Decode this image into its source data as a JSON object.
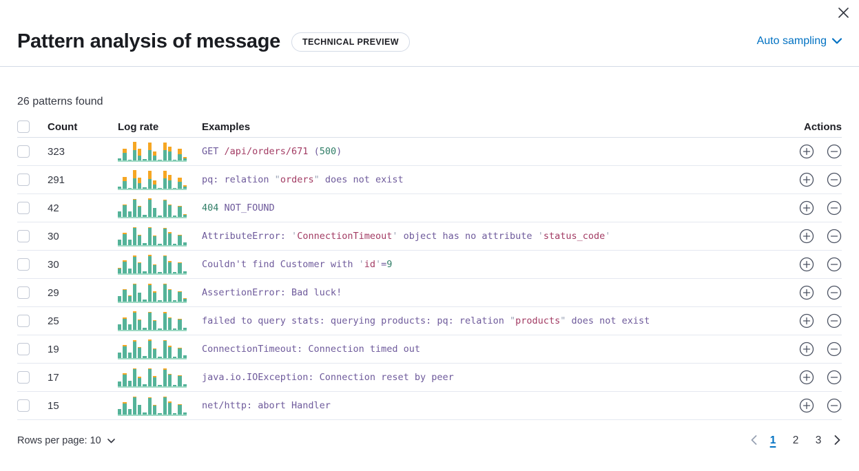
{
  "header": {
    "title": "Pattern analysis of message",
    "badge": "TECHNICAL PREVIEW",
    "sampling_label": "Auto sampling"
  },
  "summary": "26 patterns found",
  "table": {
    "columns": {
      "count": "Count",
      "log_rate": "Log rate",
      "examples": "Examples",
      "actions": "Actions"
    },
    "rows": [
      {
        "count": "323",
        "spark": {
          "teal": [
            0.1,
            0.4,
            0.05,
            0.55,
            0.25,
            0.07,
            0.53,
            0.24,
            0.05,
            0.55,
            0.45,
            0.05,
            0.32,
            0.1
          ],
          "orange": [
            0,
            0.2,
            0,
            0.42,
            0.34,
            0,
            0.4,
            0.22,
            0,
            0.38,
            0.27,
            0,
            0.3,
            0.08
          ]
        },
        "example": [
          {
            "t": "GET ",
            "c": "token"
          },
          {
            "t": "/api/orders/671",
            "c": "string"
          },
          {
            "t": " (",
            "c": "token"
          },
          {
            "t": "500",
            "c": "number"
          },
          {
            "t": ")",
            "c": "token"
          }
        ]
      },
      {
        "count": "291",
        "spark": {
          "teal": [
            0.12,
            0.38,
            0.05,
            0.53,
            0.27,
            0.07,
            0.5,
            0.22,
            0.05,
            0.53,
            0.42,
            0.05,
            0.34,
            0.1
          ],
          "orange": [
            0,
            0.22,
            0,
            0.44,
            0.31,
            0,
            0.42,
            0.2,
            0,
            0.4,
            0.28,
            0,
            0.24,
            0.07
          ]
        },
        "example": [
          {
            "t": "pq: relation ",
            "c": "token"
          },
          {
            "t": "\"",
            "c": "quote"
          },
          {
            "t": "orders",
            "c": "string"
          },
          {
            "t": "\"",
            "c": "quote"
          },
          {
            "t": " does not exist",
            "c": "token"
          }
        ]
      },
      {
        "count": "42",
        "spark": {
          "teal": [
            0.3,
            0.6,
            0.28,
            0.88,
            0.52,
            0.1,
            0.9,
            0.46,
            0.07,
            0.86,
            0.6,
            0.06,
            0.52,
            0.12
          ],
          "orange": [
            0,
            0.04,
            0,
            0.05,
            0.04,
            0,
            0.05,
            0,
            0,
            0.05,
            0.04,
            0,
            0.04,
            0.04
          ]
        },
        "example": [
          {
            "t": "404",
            "c": "number"
          },
          {
            "t": " NOT_FOUND",
            "c": "token"
          }
        ]
      },
      {
        "count": "30",
        "spark": {
          "teal": [
            0.28,
            0.58,
            0.3,
            0.9,
            0.5,
            0.09,
            0.88,
            0.48,
            0.07,
            0.84,
            0.62,
            0.06,
            0.5,
            0.13
          ],
          "orange": [
            0,
            0.05,
            0,
            0.04,
            0.05,
            0,
            0.05,
            0.03,
            0,
            0.04,
            0.05,
            0,
            0.05,
            0
          ]
        },
        "example": [
          {
            "t": "AttributeError: ",
            "c": "token"
          },
          {
            "t": "'",
            "c": "quote"
          },
          {
            "t": "ConnectionTimeout",
            "c": "string"
          },
          {
            "t": "'",
            "c": "quote"
          },
          {
            "t": " object has no attribute ",
            "c": "token"
          },
          {
            "t": "'",
            "c": "quote"
          },
          {
            "t": "status_code",
            "c": "string"
          },
          {
            "t": "'",
            "c": "quote"
          }
        ]
      },
      {
        "count": "30",
        "spark": {
          "teal": [
            0.26,
            0.62,
            0.26,
            0.86,
            0.52,
            0.1,
            0.9,
            0.44,
            0.07,
            0.88,
            0.58,
            0.06,
            0.54,
            0.12
          ],
          "orange": [
            0.04,
            0.06,
            0,
            0.06,
            0.04,
            0,
            0.05,
            0.04,
            0,
            0.06,
            0.05,
            0,
            0.04,
            0
          ]
        },
        "example": [
          {
            "t": "Couldn't find Customer with ",
            "c": "token"
          },
          {
            "t": "'",
            "c": "quote"
          },
          {
            "t": "id",
            "c": "string"
          },
          {
            "t": "'",
            "c": "quote"
          },
          {
            "t": "=",
            "c": "token"
          },
          {
            "t": "9",
            "c": "number"
          }
        ]
      },
      {
        "count": "29",
        "spark": {
          "teal": [
            0.28,
            0.6,
            0.3,
            0.88,
            0.48,
            0.1,
            0.86,
            0.48,
            0.08,
            0.88,
            0.6,
            0.07,
            0.5,
            0.14
          ],
          "orange": [
            0,
            0.05,
            0.04,
            0.05,
            0,
            0,
            0.06,
            0.04,
            0,
            0.05,
            0.04,
            0,
            0.05,
            0.03
          ]
        },
        "example": [
          {
            "t": "AssertionError: Bad luck!",
            "c": "token"
          }
        ]
      },
      {
        "count": "25",
        "spark": {
          "teal": [
            0.3,
            0.58,
            0.28,
            0.9,
            0.5,
            0.09,
            0.88,
            0.46,
            0.07,
            0.86,
            0.62,
            0.06,
            0.52,
            0.12
          ],
          "orange": [
            0,
            0.06,
            0,
            0.05,
            0.05,
            0,
            0.04,
            0.04,
            0,
            0.06,
            0.04,
            0,
            0.04,
            0
          ]
        },
        "example": [
          {
            "t": "failed to query stats: querying products: pq: relation ",
            "c": "token"
          },
          {
            "t": "\"",
            "c": "quote"
          },
          {
            "t": "products",
            "c": "string"
          },
          {
            "t": "\"",
            "c": "quote"
          },
          {
            "t": " does not exist",
            "c": "token"
          }
        ]
      },
      {
        "count": "19",
        "spark": {
          "teal": [
            0.28,
            0.62,
            0.28,
            0.86,
            0.52,
            0.1,
            0.9,
            0.46,
            0.08,
            0.88,
            0.58,
            0.06,
            0.5,
            0.13
          ],
          "orange": [
            0,
            0.05,
            0,
            0.06,
            0.04,
            0,
            0.05,
            0.03,
            0,
            0.05,
            0.05,
            0,
            0.04,
            0
          ]
        },
        "example": [
          {
            "t": "ConnectionTimeout: Connection timed out",
            "c": "token"
          }
        ]
      },
      {
        "count": "17",
        "spark": {
          "teal": [
            0.26,
            0.6,
            0.3,
            0.88,
            0.44,
            0.1,
            0.88,
            0.48,
            0.07,
            0.86,
            0.6,
            0.06,
            0.52,
            0.12
          ],
          "orange": [
            0,
            0.07,
            0,
            0.05,
            0.06,
            0,
            0.05,
            0.04,
            0,
            0.06,
            0.04,
            0,
            0.05,
            0
          ]
        },
        "example": [
          {
            "t": "java.io.IOException: Connection reset by peer",
            "c": "token"
          }
        ]
      },
      {
        "count": "15",
        "spark": {
          "teal": [
            0.28,
            0.58,
            0.28,
            0.9,
            0.5,
            0.09,
            0.86,
            0.46,
            0.08,
            0.88,
            0.62,
            0.07,
            0.5,
            0.12
          ],
          "orange": [
            0,
            0.05,
            0,
            0.04,
            0,
            0,
            0.05,
            0.03,
            0,
            0.04,
            0.05,
            0,
            0.04,
            0
          ]
        },
        "example": [
          {
            "t": "net/http: abort Handler",
            "c": "token"
          }
        ]
      }
    ]
  },
  "footer": {
    "rows_per_page": "Rows per page: 10",
    "pages": [
      "1",
      "2",
      "3"
    ],
    "active_page": "1"
  },
  "colors": {
    "accent_blue": "#0071c2",
    "spark_teal": "#54b399",
    "spark_orange": "#f5a623",
    "token_purple": "#6e5a9b",
    "string_red": "#a23b63",
    "number_green": "#2f7d66",
    "quote_gray": "#9aa2b5"
  }
}
